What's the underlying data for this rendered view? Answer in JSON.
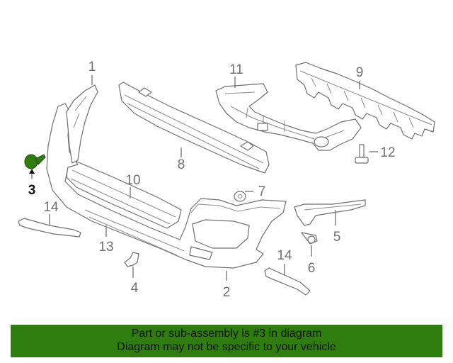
{
  "diagram": {
    "highlight_color": "#2e7d0e",
    "callouts": [
      {
        "id": "c1",
        "label": "1"
      },
      {
        "id": "c2",
        "label": "2"
      },
      {
        "id": "c3",
        "label": "3"
      },
      {
        "id": "c4",
        "label": "4"
      },
      {
        "id": "c5",
        "label": "5"
      },
      {
        "id": "c6",
        "label": "6"
      },
      {
        "id": "c7",
        "label": "7"
      },
      {
        "id": "c8",
        "label": "8"
      },
      {
        "id": "c9",
        "label": "9"
      },
      {
        "id": "c10",
        "label": "10"
      },
      {
        "id": "c11",
        "label": "11"
      },
      {
        "id": "c12",
        "label": "12"
      },
      {
        "id": "c13",
        "label": "13"
      },
      {
        "id": "c14a",
        "label": "14"
      },
      {
        "id": "c14b",
        "label": "14"
      }
    ]
  },
  "banner": {
    "line1": "Part or sub-assembly is #3 in diagram",
    "line2": "Diagram may not be specific to your vehicle"
  }
}
